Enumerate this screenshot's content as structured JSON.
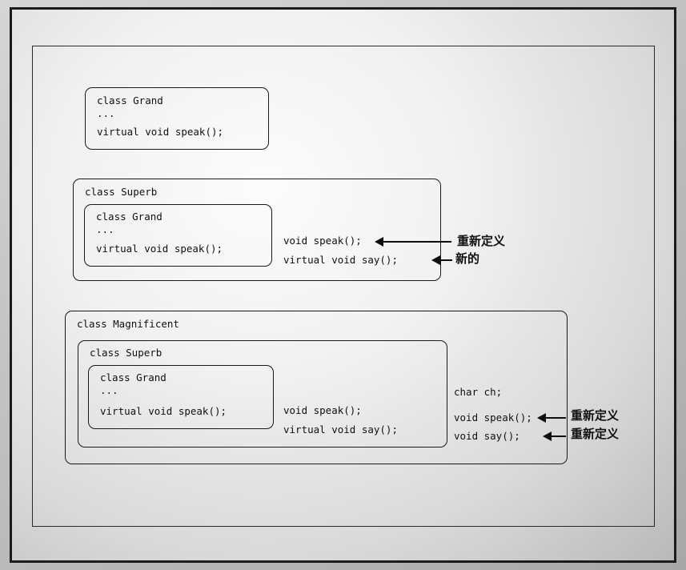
{
  "colors": {
    "ink": "#101010",
    "frame": "#1b1b1b"
  },
  "grand": {
    "title": "class Grand",
    "ellipsis": "...",
    "virtual_speak": "virtual void speak();"
  },
  "superb": {
    "title": "class Superb",
    "speak": "void speak();",
    "say": "virtual void say();"
  },
  "magnificent": {
    "title": "class Magnificent",
    "char_ch": "char ch;",
    "speak": "void speak();",
    "say": "void say();"
  },
  "annotations": {
    "redefine": "重新定义",
    "new": "新的"
  }
}
